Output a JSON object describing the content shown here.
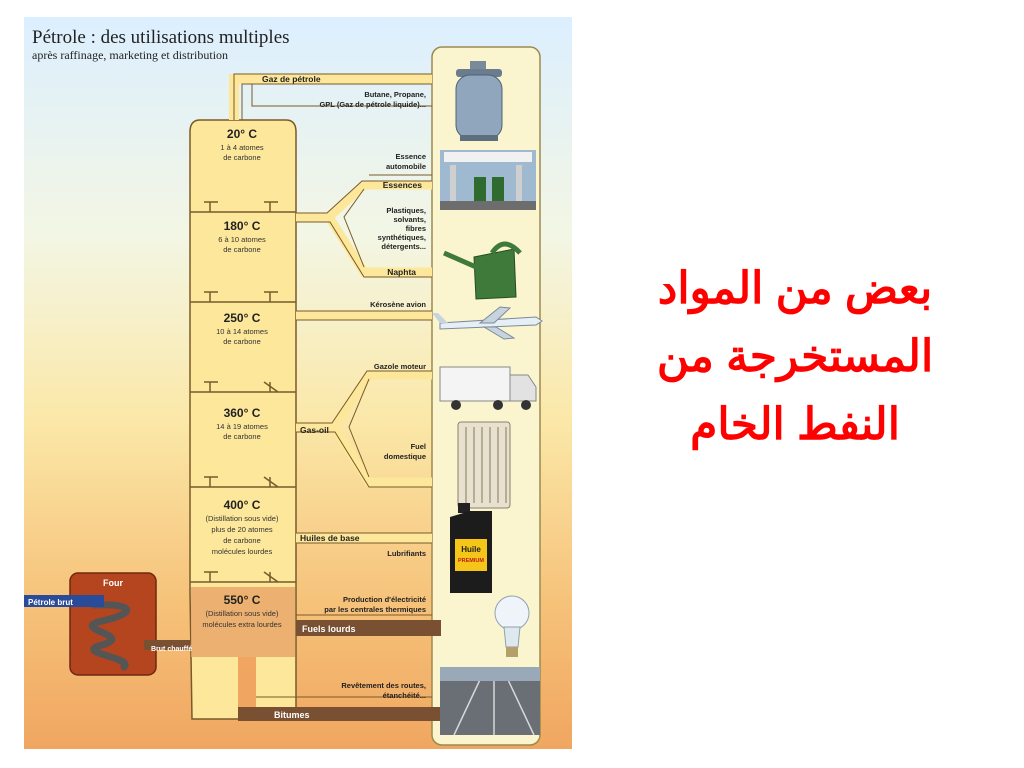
{
  "slide": {
    "arabic_caption": [
      "بعض من المواد",
      "المستخرجة من",
      "النفط الخام"
    ]
  },
  "diagram": {
    "title": "Pétrole : des utilisations multiples",
    "subtitle": "après raffinage, marketing et distribution",
    "oven": {
      "label": "Four",
      "input": "Pétrole brut",
      "output": "Brut chauffé"
    },
    "stages": [
      {
        "temp": "20° C",
        "desc": [
          "1 à 4 atomes",
          "de carbone"
        ]
      },
      {
        "temp": "180° C",
        "desc": [
          "6 à 10 atomes",
          "de carbone"
        ]
      },
      {
        "temp": "250° C",
        "desc": [
          "10 à 14 atomes",
          "de carbone"
        ]
      },
      {
        "temp": "360° C",
        "desc": [
          "14 à 19 atomes",
          "de carbone"
        ]
      },
      {
        "temp": "400° C",
        "desc": [
          "(Distillation sous vide)",
          "plus de 20 atomes",
          "de carbone",
          "molécules lourdes"
        ]
      },
      {
        "temp": "550° C",
        "desc": [
          "(Distillation sous vide)",
          "molécules extra lourdes"
        ]
      }
    ],
    "fractions": {
      "gaz": "Gaz de pétrole",
      "essences": "Essences",
      "naphta": "Naphta",
      "kerosene": "Kérosène avion",
      "gasoil": "Gas-oil",
      "huiles": "Huiles de base",
      "fuels": "Fuels lourds",
      "bitumes": "Bitumes"
    },
    "uses": {
      "gpl": [
        "Butane, Propane,",
        "GPL (Gaz de pétrole liquide)..."
      ],
      "essence_auto": [
        "Essence",
        "automobile"
      ],
      "plastiques": [
        "Plastiques,",
        "solvants,",
        "fibres",
        "synthétiques,",
        "détergents..."
      ],
      "gazole": "Gazole moteur",
      "fuel_dom": [
        "Fuel",
        "domestique"
      ],
      "lubrifiants": "Lubrifiants",
      "electricite": [
        "Production d'électricité",
        "par les centrales thermiques"
      ],
      "routes": [
        "Revêtement des routes,",
        "étanchéité..."
      ]
    },
    "product_labels": {
      "oil_can_brand": "Huile",
      "oil_can_grade": "PREMIUM"
    },
    "colors": {
      "column": "#fde79a",
      "column_stroke": "#7a5a2a",
      "oven": "#b5451e",
      "bar_dark": "#7a5033",
      "title_red": "#ff0000"
    }
  }
}
